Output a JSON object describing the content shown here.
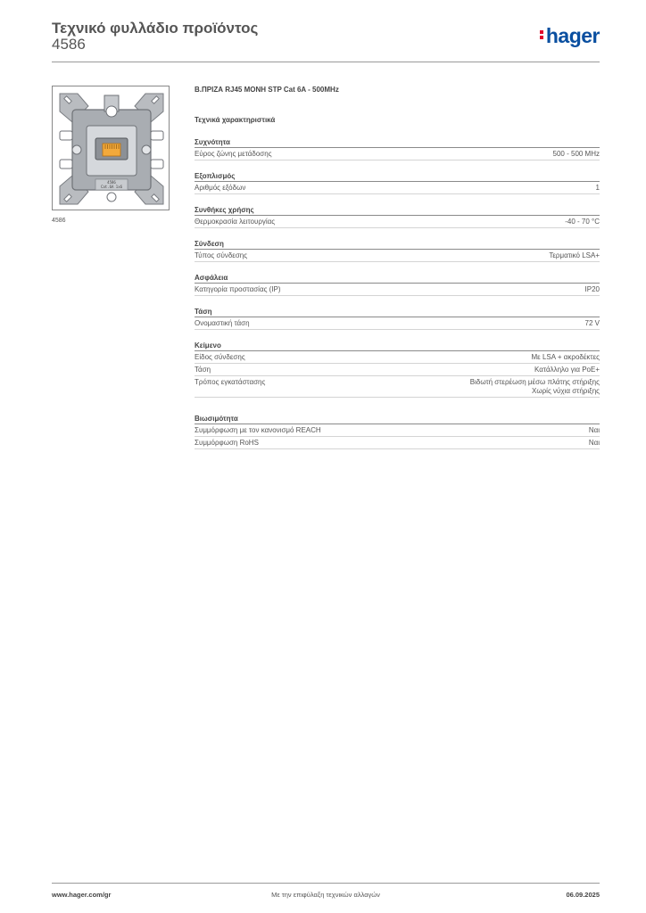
{
  "header": {
    "title": "Τεχνικό φυλλάδιο προϊόντος",
    "code": "4586",
    "logo": "hager",
    "brand_color": "#0a4fa0",
    "logo_dot_color": "#e3062b"
  },
  "image": {
    "caption": "4586",
    "label_top": "4586",
    "label_bottom": "Cat.6A 1x6"
  },
  "product": {
    "name": "Β.ΠΡΙΖΑ RJ45 ΜΟΝΗ STP Cat 6A - 500MHz",
    "features_heading": "Τεχνικά χαρακτηριστικά"
  },
  "groups": [
    {
      "title": "Συχνότητα",
      "rows": [
        {
          "label": "Εύρος ζώνης μετάδοσης",
          "value": "500 - 500 MHz"
        }
      ]
    },
    {
      "title": "Εξοπλισμός",
      "rows": [
        {
          "label": "Αριθμός εξόδων",
          "value": "1"
        }
      ]
    },
    {
      "title": "Συνθήκες χρήσης",
      "rows": [
        {
          "label": "Θερμοκρασία λειτουργίας",
          "value": "-40 - 70 °C"
        }
      ]
    },
    {
      "title": "Σύνδεση",
      "rows": [
        {
          "label": "Τύπος σύνδεσης",
          "value": "Τερματικό LSA+"
        }
      ]
    },
    {
      "title": "Ασφάλεια",
      "rows": [
        {
          "label": "Κατηγορία προστασίας (IP)",
          "value": "IP20"
        }
      ]
    },
    {
      "title": "Τάση",
      "rows": [
        {
          "label": "Ονομαστική τάση",
          "value": "72 V"
        }
      ]
    },
    {
      "title": "Κείμενο",
      "rows": [
        {
          "label": "Είδος σύνδεσης",
          "value": "Με LSA + ακροδέκτες"
        },
        {
          "label": "Τάση",
          "value": "Κατάλληλο για PoE+"
        },
        {
          "label": "Τρόπος εγκατάστασης",
          "value": "Βιδωτή στερέωση μέσω πλάτης στήριξης",
          "value2": "Χωρίς νύχια στήριξης"
        }
      ]
    },
    {
      "title": "Βιωσιμότητα",
      "rows": [
        {
          "label": "Συμμόρφωση με τον κανονισμό REACH",
          "value": "Ναι"
        },
        {
          "label": "Συμμόρφωση RoHS",
          "value": "Ναι"
        }
      ]
    }
  ],
  "footer": {
    "url": "www.hager.com/gr",
    "note": "Με την επιφύλαξη τεχνικών αλλαγών",
    "date": "06.09.2025"
  }
}
